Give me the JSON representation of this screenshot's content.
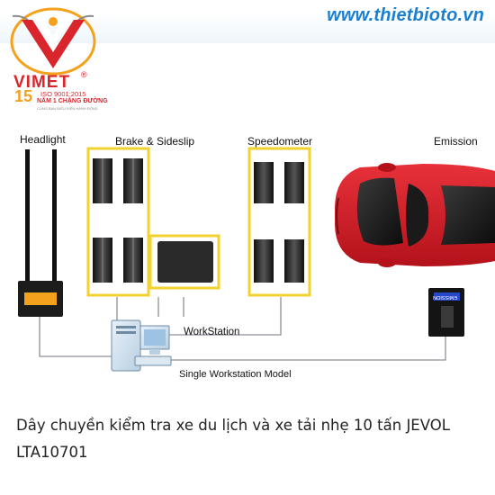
{
  "header": {
    "website": "www.thietbioto.vn"
  },
  "logo": {
    "brand": "VIMET",
    "registered": "®",
    "iso": "ISO 9001:2015",
    "years": "15",
    "slogan": "NĂM 1 CHẶNG ĐƯỜNG",
    "subslogan": "CÙNG BẠN ĐIỀU KIỆN HÀNH ĐỘNG",
    "colors": {
      "red": "#d9262c",
      "orange": "#f4a11d",
      "gray": "#8a8a8a"
    }
  },
  "diagram": {
    "stations": {
      "headlight": "Headlight",
      "brake": "Brake & Sideslip",
      "speedometer": "Speedometer",
      "emission": "Emission"
    },
    "workstation_label": "WorkStation",
    "model_label": "Single Workstation Model",
    "emission_device_label": "EMISSION",
    "colors": {
      "frame": "#f2d22e",
      "roller": "#2b2b2b",
      "car": "#d81e28",
      "wire": "#8c9196",
      "display": "#f4a11d"
    }
  },
  "caption": {
    "text": "Dây chuyền kiểm tra xe du lịch và xe tải nhẹ 10 tấn JEVOL LTA10701"
  }
}
